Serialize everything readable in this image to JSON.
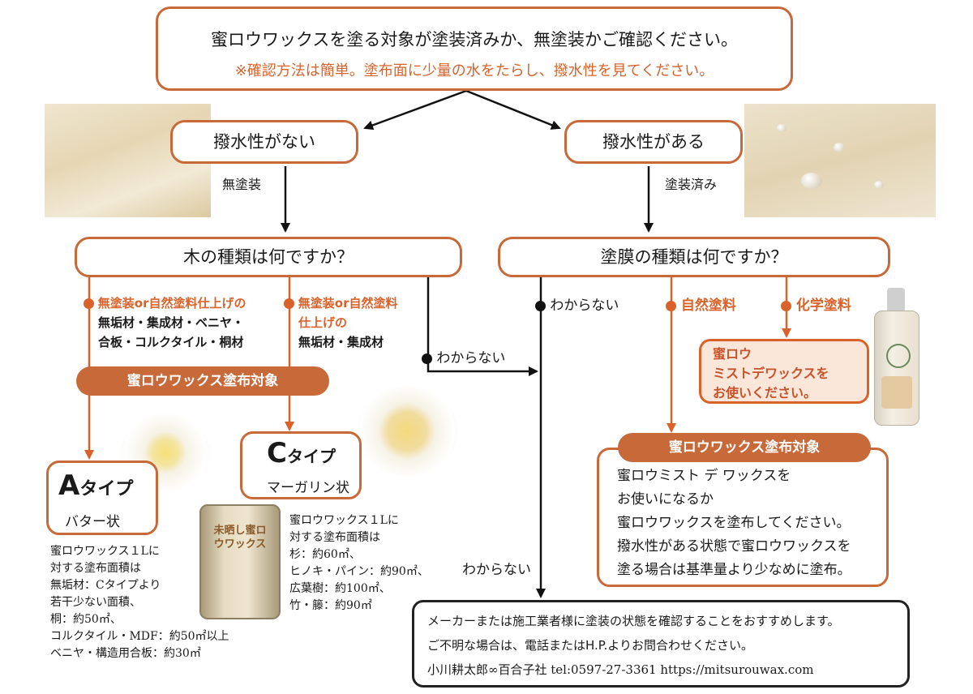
{
  "top": {
    "question": "蜜ロウワックスを塗る対象が塗装済みか、無塗装かご確認ください。",
    "note": "※確認方法は簡単。塗布面に少量の水をたらし、撥水性を見てください。"
  },
  "left_branch": {
    "title": "撥水性がない",
    "sub": "無塗装",
    "question": "木の種類は何ですか？",
    "opt1_head": "無塗装or自然塗料仕上げの",
    "opt1_body": [
      "無垢材・集成材・ベニヤ・",
      "合板・コルクタイル・桐材"
    ],
    "opt2_head": [
      "無塗装or自然塗料",
      "仕上げの"
    ],
    "opt2_body": "無垢材・集成材",
    "unknown": "わからない",
    "target_badge": "蜜ロウワックス塗布対象",
    "typeA": {
      "letter": "A",
      "suffix": "タイプ",
      "desc": "バター状"
    },
    "typeC": {
      "letter": "C",
      "suffix": "タイプ",
      "desc": "マーガリン状"
    },
    "can_label": "未晒し蜜ロウワックス",
    "noteA": [
      "蜜ロウワックス１Lに",
      "対する塗布面積は",
      "無垢材：Cタイプより",
      "若干少ない面積、",
      "桐：約50㎡、",
      "コルクタイル・MDF：約50㎡以上",
      "ベニヤ・構造用合板：約30㎡"
    ],
    "noteC": [
      "蜜ロウワックス１Lに",
      "対する塗布面積は",
      "杉：約60㎡、",
      "ヒノキ・パイン：約90㎡、",
      "広葉樹：約100㎡、",
      "竹・籐：約90㎡"
    ]
  },
  "right_branch": {
    "title": "撥水性がある",
    "sub": "塗装済み",
    "question": "塗膜の種類は何ですか？",
    "opt_unknown": "わからない",
    "opt_natural": "自然塗料",
    "opt_chemical": "化学塗料",
    "mist_box": [
      "蜜ロウ",
      "ミストデワックスを",
      "お使いください。"
    ],
    "target_badge": "蜜ロウワックス塗布対象",
    "target_text": [
      "蜜ロウミスト デ ワックスを",
      "お使いになるか",
      "蜜ロウワックスを塗布してください。",
      "撥水性がある状態で蜜ロウワックスを",
      "塗る場合は基準量より少なめに塗布。"
    ]
  },
  "bottom": {
    "unknown": "わからない",
    "lines": [
      "メーカーまたは施工業者様に塗装の状態を確認することをおすすめします。",
      "ご不明な場合は、電話またはH.P.よりお問合わせください。",
      "小川耕太郎∞百合子社 tel:0597-27-3361  https://mitsurouwax.com"
    ]
  },
  "colors": {
    "accent": "#c8693a",
    "accent_text": "#d9622b"
  }
}
